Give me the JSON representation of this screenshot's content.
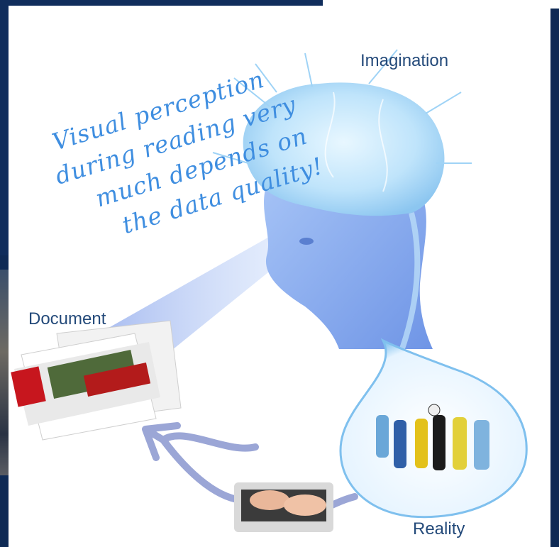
{
  "labels": {
    "imagination": "Imagination",
    "document": "Document",
    "reality": "Reality"
  },
  "note": {
    "line1": "Visual perception",
    "line2": "during reading very",
    "line3": "much depends on",
    "line4": "the data quality!"
  },
  "colors": {
    "background": "#102d5c",
    "label": "#244a7a",
    "handwriting": "#3f8ee0",
    "head": "#8fb4f2",
    "brain": "#bfe4fb"
  },
  "icons": {
    "head": "human-head-profile-icon",
    "brain": "glowing-brain-icon",
    "document": "newspaper-stack-icon",
    "reality": "football-players-bubble-icon",
    "keyboard": "hands-typing-keyboard-icon",
    "arrow": "hand-drawn-arrow-icon"
  }
}
